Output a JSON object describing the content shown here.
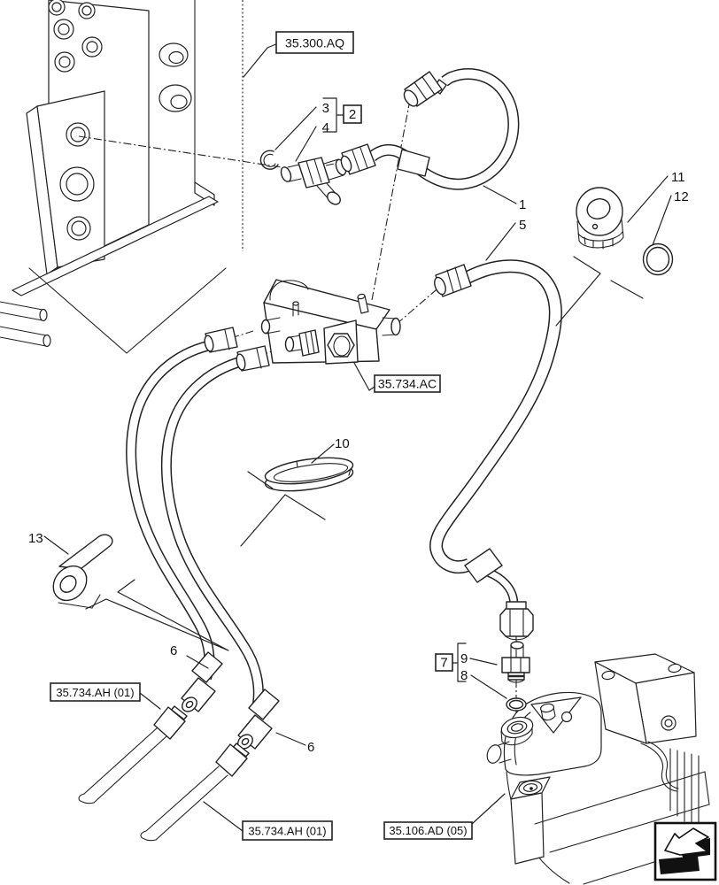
{
  "page": {
    "kind": "hydraulic-parts-diagram",
    "background": "#ffffff",
    "line_color": "#222222",
    "text_color": "#111111"
  },
  "refs": {
    "aq": "35.300.AQ",
    "ac": "35.734.AC",
    "ah1": "35.734.AH (01)",
    "ah2": "35.734.AH (01)",
    "ad": "35.106.AD (05)"
  },
  "callouts": {
    "c1": "1",
    "c2": "2",
    "c3": "3",
    "c4": "4",
    "c5": "5",
    "c6a": "6",
    "c6b": "6",
    "c7": "7",
    "c8": "8",
    "c9": "9",
    "c10": "10",
    "c11": "11",
    "c12": "12",
    "c13": "13"
  },
  "groups": {
    "group2": {
      "box_label": "2",
      "members": [
        "3",
        "4"
      ]
    },
    "group7": {
      "box_label": "7",
      "members": [
        "9",
        "8"
      ]
    }
  },
  "icons": {
    "direction_arrow": "view-direction-arrow"
  }
}
